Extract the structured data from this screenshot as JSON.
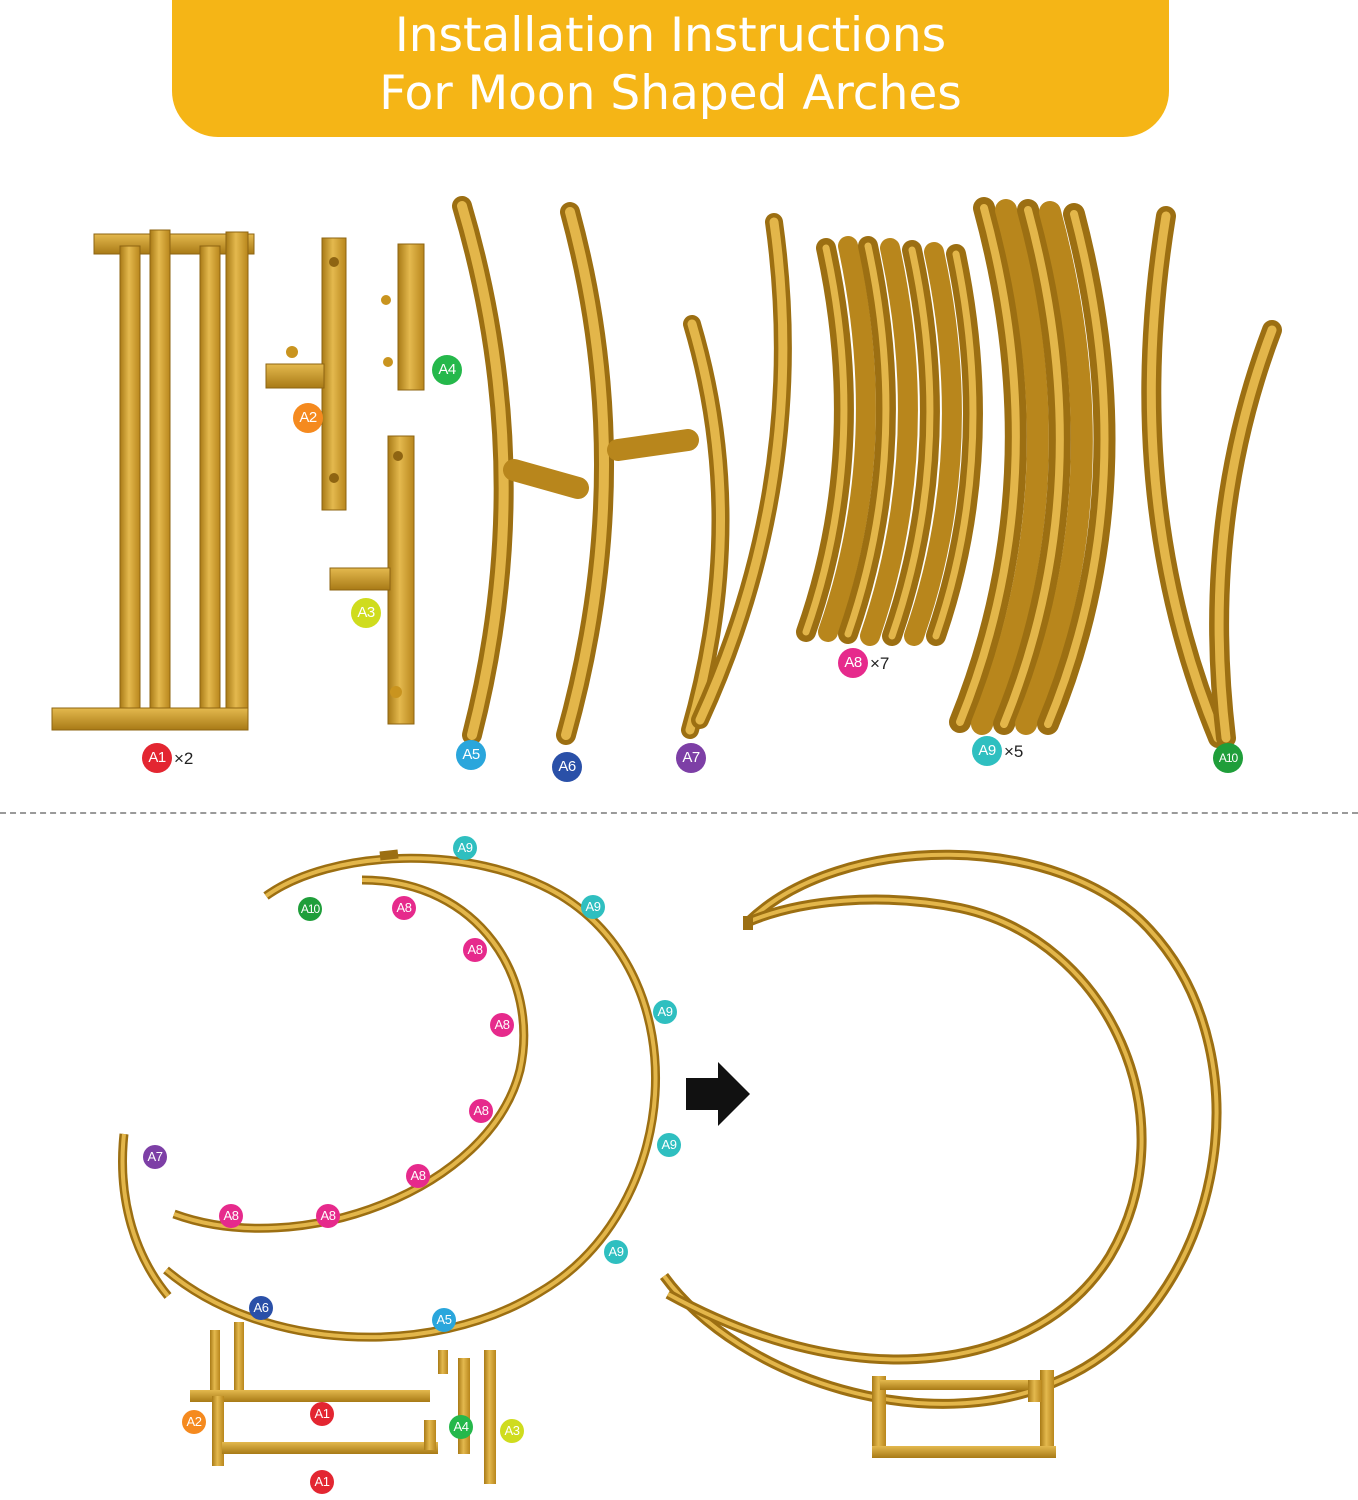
{
  "header": {
    "title_line1": "Installation Instructions",
    "title_line2": "For Moon Shaped Arches",
    "color": "#f5b516"
  },
  "colors": {
    "gold": "#c9941f",
    "gold_light": "#e3b64a",
    "gold_dark": "#9c6f12",
    "arrow": "#111111",
    "A1": "#e32631",
    "A2": "#f58a1f",
    "A3": "#cfdc1e",
    "A4": "#25b84b",
    "A5": "#2aa6dc",
    "A6": "#2a50a8",
    "A7": "#7d3fa6",
    "A8": "#e62a8c",
    "A9": "#2fbfc0",
    "A10": "#1f9e3a"
  },
  "parts": {
    "A1": {
      "label": "A1",
      "qty": "×2"
    },
    "A2": {
      "label": "A2"
    },
    "A3": {
      "label": "A3"
    },
    "A4": {
      "label": "A4"
    },
    "A5": {
      "label": "A5"
    },
    "A6": {
      "label": "A6"
    },
    "A7": {
      "label": "A7"
    },
    "A8": {
      "label": "A8",
      "qty": "×7"
    },
    "A9": {
      "label": "A9",
      "qty": "×5"
    },
    "A10": {
      "label": "A10"
    }
  },
  "assembly_labels": {
    "a9": "A9",
    "a10": "A10",
    "a8": "A8",
    "a7": "A7",
    "a6": "A6",
    "a5": "A5",
    "a4": "A4",
    "a3": "A3",
    "a2": "A2",
    "a1": "A1"
  },
  "icons": [
    "arrow-right-icon"
  ]
}
